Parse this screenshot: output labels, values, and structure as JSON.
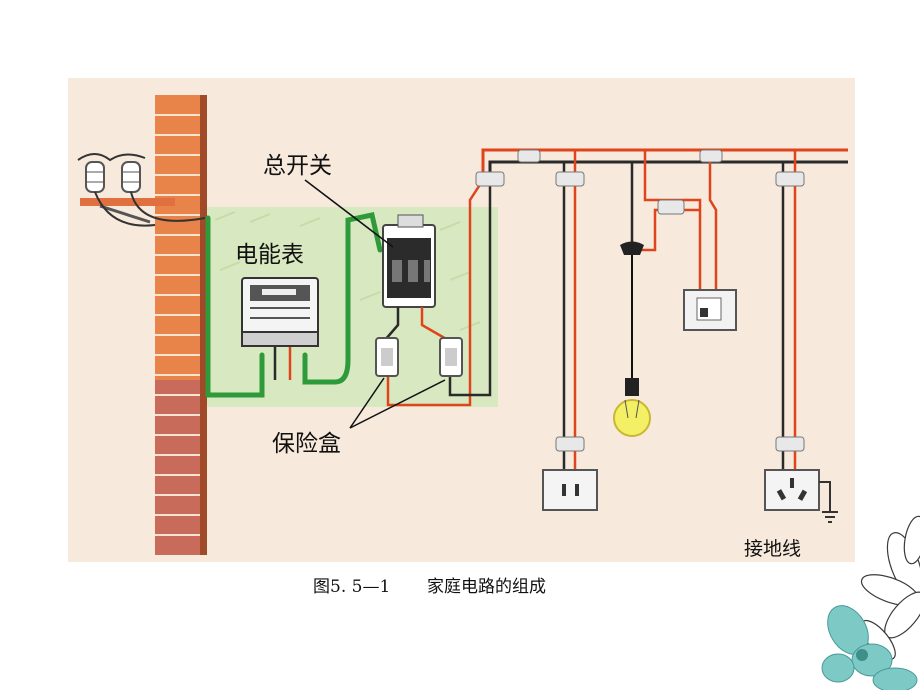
{
  "labels": {
    "main_switch": "总开关",
    "meter": "电能表",
    "fuse_box": "保险盒",
    "ground_wire": "接地线"
  },
  "caption": {
    "figure_no": "图5. 5—1",
    "title": "家庭电路的组成"
  },
  "colors": {
    "panel_bg": "#f7e9dc",
    "board_bg": "#d8e8c0",
    "brick": "#e8844a",
    "brick_lower": "#c86b5a",
    "live_wire": "#e0441c",
    "neutral_wire": "#2a2a2a",
    "green_wire": "#2e9a3a",
    "bulb": "#f4f066",
    "decor_teal": "#7cc9c6"
  }
}
